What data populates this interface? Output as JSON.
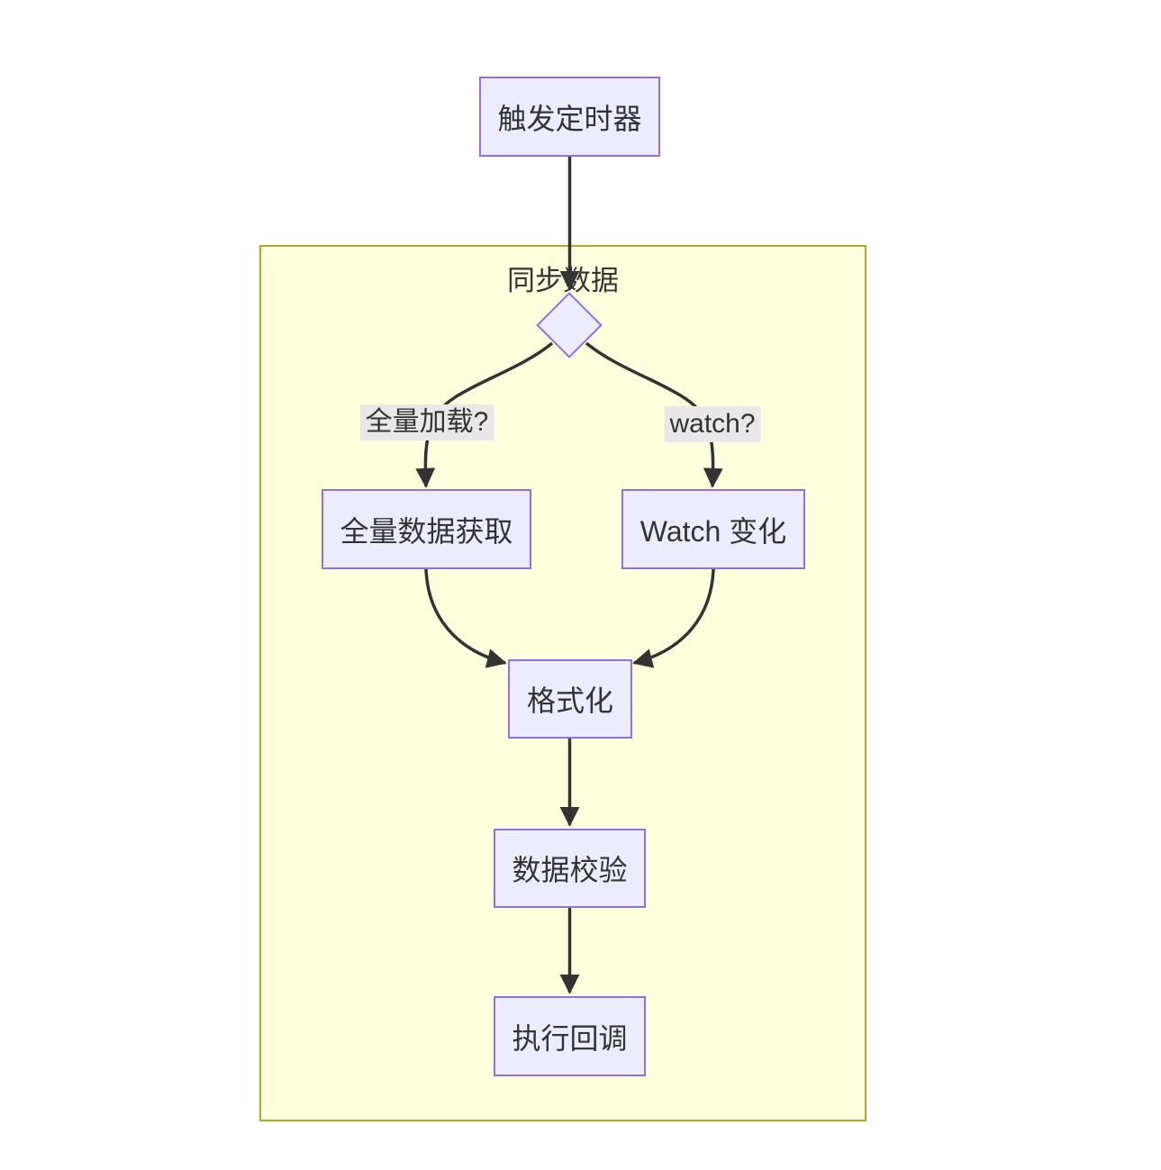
{
  "diagram": {
    "type": "flowchart",
    "direction": "top-down"
  },
  "subgraph": {
    "label": "同步数据"
  },
  "nodes": {
    "trigger": {
      "label": "触发定时器",
      "shape": "rect"
    },
    "decision": {
      "label": "",
      "shape": "diamond"
    },
    "fetch": {
      "label": "全量数据获取",
      "shape": "rect"
    },
    "watch": {
      "label": "Watch 变化",
      "shape": "rect"
    },
    "format": {
      "label": "格式化",
      "shape": "rect"
    },
    "validate": {
      "label": "数据校验",
      "shape": "rect"
    },
    "callback": {
      "label": "执行回调",
      "shape": "rect"
    }
  },
  "edges": [
    {
      "from": "trigger",
      "to": "decision",
      "label": ""
    },
    {
      "from": "decision",
      "to": "fetch",
      "label": "全量加载?"
    },
    {
      "from": "decision",
      "to": "watch",
      "label": "watch?"
    },
    {
      "from": "fetch",
      "to": "format",
      "label": ""
    },
    {
      "from": "watch",
      "to": "format",
      "label": ""
    },
    {
      "from": "format",
      "to": "validate",
      "label": ""
    },
    {
      "from": "validate",
      "to": "callback",
      "label": ""
    }
  ],
  "colors": {
    "node_fill": "#ECECFF",
    "node_border": "#9370DB",
    "subgraph_fill": "#FFFFDE",
    "subgraph_border": "#AAAA33",
    "edge": "#333333",
    "edge_label_bg": "#E8E8E8",
    "text": "#333333",
    "background": "#FFFFFF"
  }
}
